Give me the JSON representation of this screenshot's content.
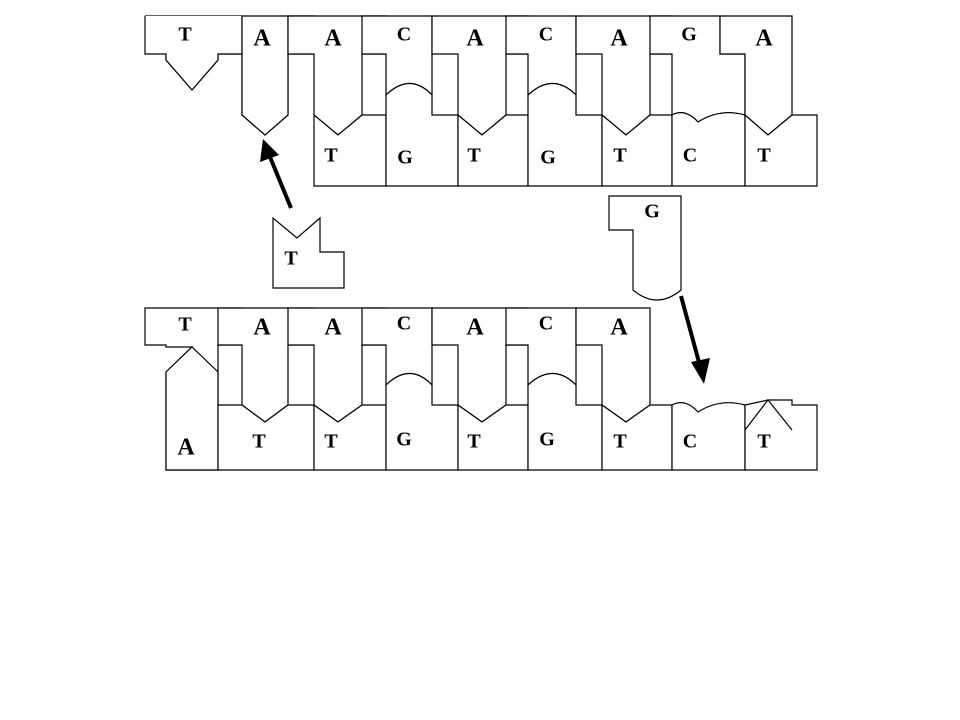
{
  "top_strand": {
    "upper_bases": [
      "T",
      "A",
      "A",
      "C",
      "A",
      "C",
      "A",
      "G",
      "A"
    ],
    "lower_bases": [
      "T",
      "G",
      "T",
      "G",
      "T",
      "C",
      "T"
    ]
  },
  "free_pieces": {
    "incoming_base": "T",
    "released_base": "G"
  },
  "bottom_strand": {
    "upper_bases": [
      "T",
      "A",
      "A",
      "C",
      "A",
      "C",
      "A"
    ],
    "lower_bases": [
      "A",
      "T",
      "T",
      "G",
      "T",
      "G",
      "T",
      "C",
      "T"
    ]
  },
  "colors": {
    "ink": "#000000",
    "paper": "#ffffff"
  }
}
